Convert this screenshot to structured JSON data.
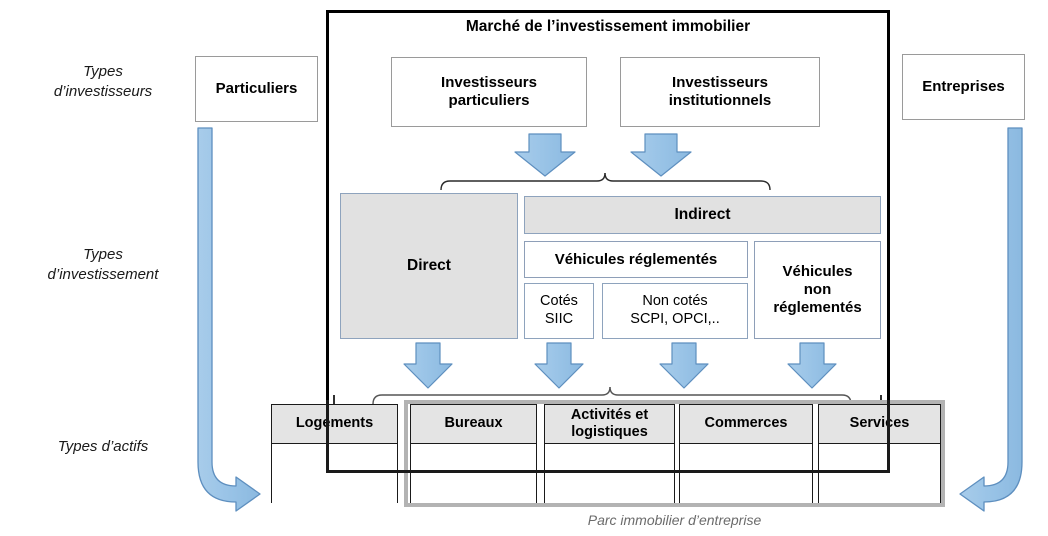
{
  "diagram": {
    "title": "Marché de l’investissement immobilier",
    "caption": "Parc immobilier d’entreprise",
    "colors": {
      "arrow_fill": "#95C1E5",
      "arrow_stroke": "#5E8FBF",
      "shaded_box": "#E1E1E1",
      "frame": "#000000",
      "table_wrap": "#B3B3B3",
      "caption_text": "#6B6B6B"
    }
  },
  "row_labels": [
    {
      "id": "investisseurs",
      "line1": "Types",
      "line2": "d’investisseurs"
    },
    {
      "id": "investissement",
      "line1": "Types",
      "line2": "d’investissement"
    },
    {
      "id": "actifs",
      "line1": "Types d’actifs",
      "line2": ""
    }
  ],
  "side_actors": {
    "left": "Particuliers",
    "right": "Entreprises"
  },
  "investors": [
    {
      "id": "particuliers",
      "line1": "Investisseurs",
      "line2": "particuliers"
    },
    {
      "id": "institutionnels",
      "line1": "Investisseurs",
      "line2": "institutionnels"
    }
  ],
  "investment_types": {
    "direct": "Direct",
    "indirect": "Indirect",
    "regulated": "Véhicules réglementés",
    "unregulated": {
      "line1": "Véhicules",
      "line2": "non",
      "line3": "réglementés"
    },
    "listed": {
      "line1": "Cotés",
      "line2": "SIIC"
    },
    "unlisted": {
      "line1": "Non cotés",
      "line2": "SCPI, OPCI,.."
    }
  },
  "asset_types": [
    {
      "id": "logements",
      "line1": "Logements",
      "line2": ""
    },
    {
      "id": "bureaux",
      "line1": "Bureaux",
      "line2": ""
    },
    {
      "id": "activites",
      "line1": "Activités et",
      "line2": "logistiques"
    },
    {
      "id": "commerces",
      "line1": "Commerces",
      "line2": ""
    },
    {
      "id": "services",
      "line1": "Services",
      "line2": ""
    }
  ],
  "icons": {
    "down_arrow": "down-arrow-icon",
    "elbow_arrow_left": "elbow-arrow-down-right-icon",
    "elbow_arrow_right": "elbow-arrow-down-left-icon",
    "bracket": "curly-bracket-icon"
  }
}
